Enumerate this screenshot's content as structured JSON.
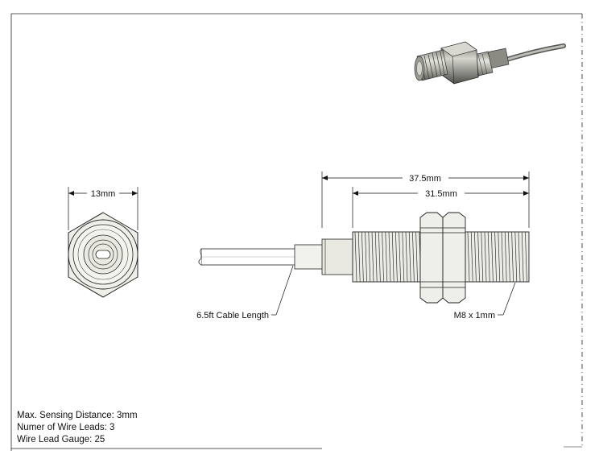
{
  "dimensions": {
    "hex_width": "13mm",
    "overall_length": "37.5mm",
    "thread_length": "31.5mm",
    "cable_length": "6.5ft Cable Length",
    "thread_spec": "M8 x 1mm"
  },
  "specs": [
    {
      "text": "Max. Sensing Distance: 3mm"
    },
    {
      "text": "Numer of Wire Leads: 3"
    },
    {
      "text": "Wire Lead Gauge: 25"
    }
  ]
}
